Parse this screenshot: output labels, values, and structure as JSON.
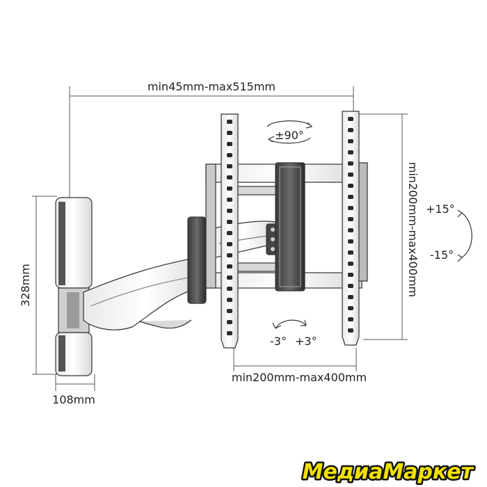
{
  "dimensions": {
    "depth_range": "min45mm-max515mm",
    "height": "328mm",
    "width": "108mm",
    "vesa_horizontal": "min200mm-max400mm",
    "vesa_vertical": "min200mm-max400mm"
  },
  "angles": {
    "rotation": "±90°",
    "tilt_up": "+15°",
    "tilt_down": "-15°",
    "level_left": "-3°",
    "level_right": "+3°"
  },
  "brand": {
    "logo_text": "МедиаМаркет",
    "fill_color": "#f2e100",
    "outline_color": "#111111"
  }
}
